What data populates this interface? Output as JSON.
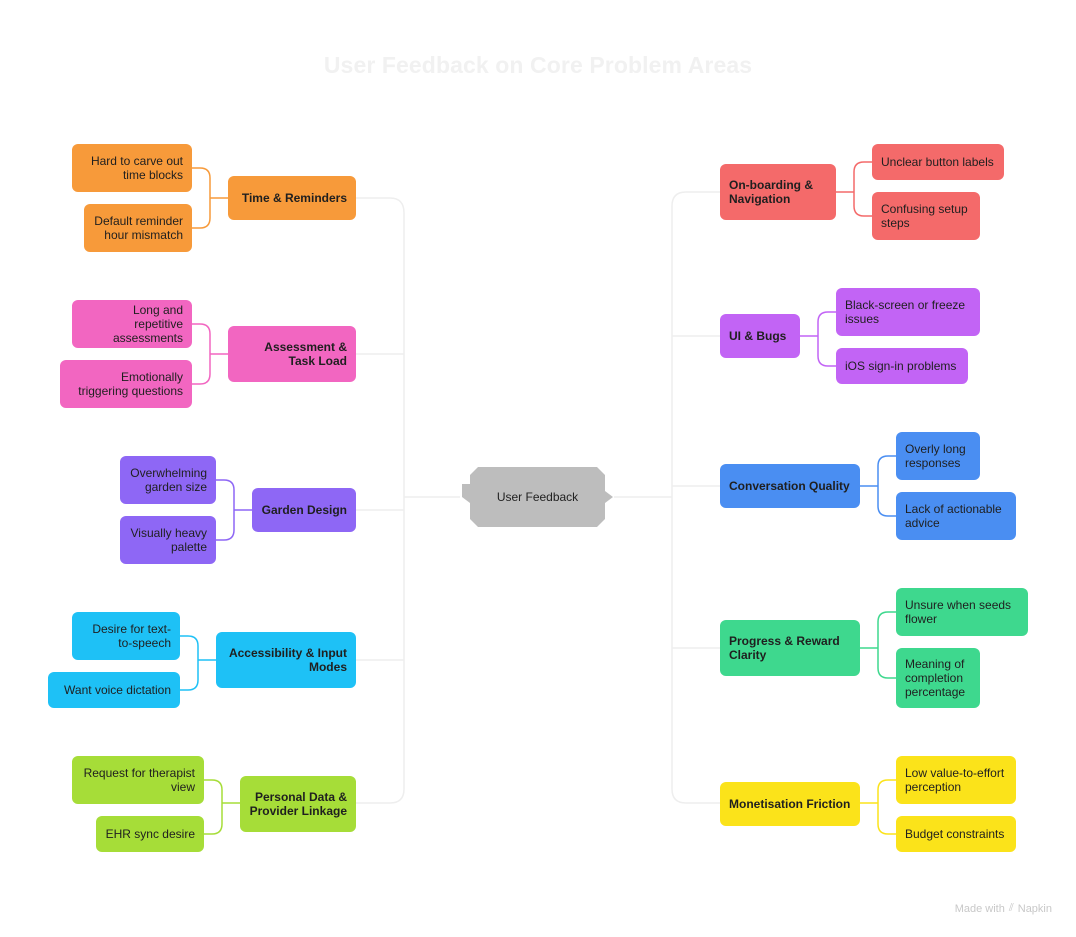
{
  "title": "User Feedback on Core Problem Areas",
  "center": "User Feedback",
  "colors": {
    "orange": "#f79a3a",
    "pink": "#f266c1",
    "purple": "#8e67f5",
    "sky": "#1ec1f6",
    "lime": "#a6dd38",
    "red": "#f46a6a",
    "violet": "#c264f5",
    "blue": "#4a8ef2",
    "green": "#3ed88e",
    "yellow": "#fbe31a"
  },
  "left": [
    {
      "label": "Time & Reminders",
      "leaves": [
        "Hard to carve out time blocks",
        "Default reminder hour mismatch"
      ]
    },
    {
      "label": "Assessment & Task Load",
      "leaves": [
        "Long and repetitive assessments",
        "Emotionally triggering questions"
      ]
    },
    {
      "label": "Garden Design",
      "leaves": [
        "Overwhelming garden size",
        "Visually heavy palette"
      ]
    },
    {
      "label": "Accessibility & Input Modes",
      "leaves": [
        "Desire for text-to-speech",
        "Want voice dictation"
      ]
    },
    {
      "label": "Personal Data & Provider Linkage",
      "leaves": [
        "Request for therapist view",
        "EHR sync desire"
      ]
    }
  ],
  "right": [
    {
      "label": "On-boarding & Navigation",
      "leaves": [
        "Unclear button labels",
        "Confusing setup steps"
      ]
    },
    {
      "label": "UI & Bugs",
      "leaves": [
        "Black-screen or freeze issues",
        "iOS sign-in problems"
      ]
    },
    {
      "label": "Conversation Quality",
      "leaves": [
        "Overly long responses",
        "Lack of actionable advice"
      ]
    },
    {
      "label": "Progress & Reward Clarity",
      "leaves": [
        "Unsure when seeds flower",
        "Meaning of completion percentage"
      ]
    },
    {
      "label": "Monetisation Friction",
      "leaves": [
        "Low value-to-effort perception",
        "Budget constraints"
      ]
    }
  ],
  "footer": {
    "made_with": "Made with",
    "brand": "Napkin"
  }
}
